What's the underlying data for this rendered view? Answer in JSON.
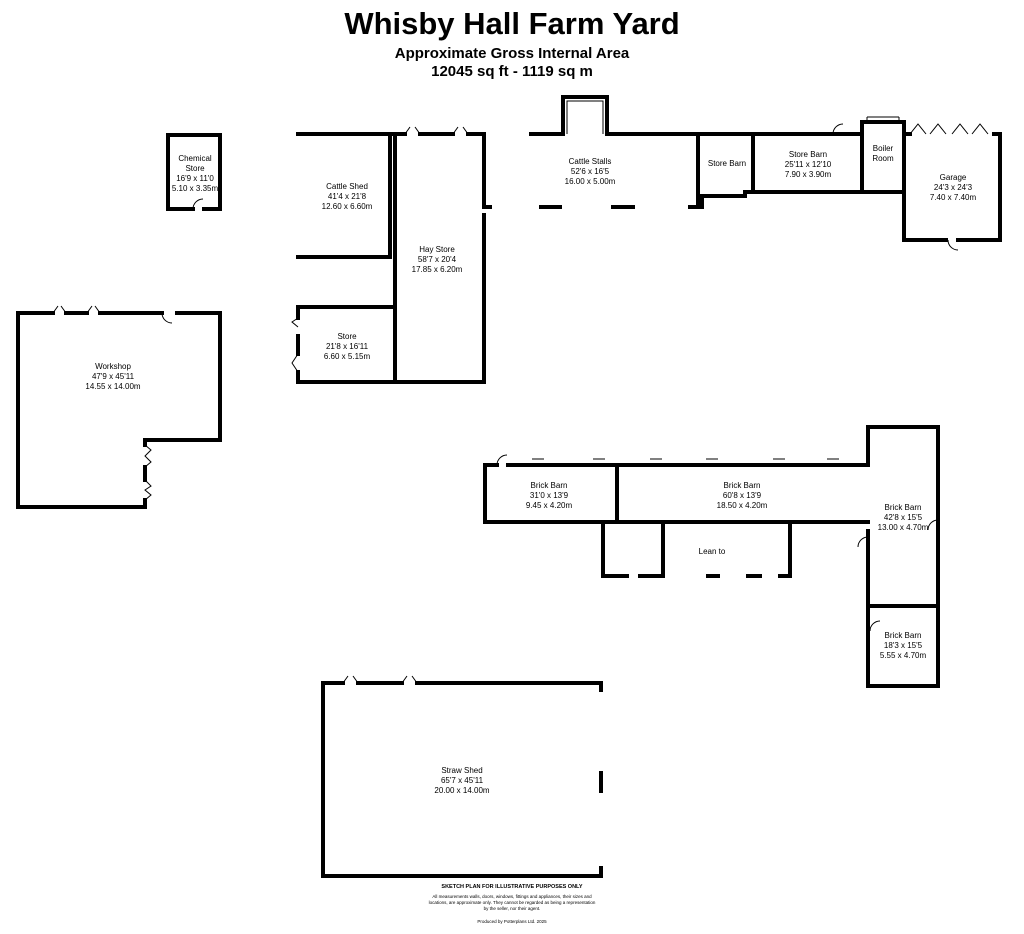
{
  "header": {
    "title": "Whisby Hall Farm Yard",
    "subtitle": "Approximate Gross Internal Area",
    "area": "12045 sq ft - 1119 sq m"
  },
  "rooms": {
    "chemical_store": {
      "name": "Chemical\nStore",
      "imperial": "16'9 x 11'0",
      "metric": "5.10 x 3.35m"
    },
    "cattle_shed": {
      "name": "Cattle Shed",
      "imperial": "41'4 x 21'8",
      "metric": "12.60 x 6.60m"
    },
    "hay_store": {
      "name": "Hay Store",
      "imperial": "58'7 x 20'4",
      "metric": "17.85 x 6.20m"
    },
    "store": {
      "name": "Store",
      "imperial": "21'8 x 16'11",
      "metric": "6.60 x 5.15m"
    },
    "cattle_stalls": {
      "name": "Cattle Stalls",
      "imperial": "52'6 x 16'5",
      "metric": "16.00 x 5.00m"
    },
    "store_barn_small": {
      "name": "Store Barn"
    },
    "store_barn": {
      "name": "Store Barn",
      "imperial": "25'11 x 12'10",
      "metric": "7.90 x 3.90m"
    },
    "boiler_room": {
      "name": "Boiler\nRoom"
    },
    "garage": {
      "name": "Garage",
      "imperial": "24'3 x 24'3",
      "metric": "7.40 x 7.40m"
    },
    "workshop": {
      "name": "Workshop",
      "imperial": "47'9 x 45'11",
      "metric": "14.55 x 14.00m"
    },
    "brick_barn_1": {
      "name": "Brick Barn",
      "imperial": "31'0 x 13'9",
      "metric": "9.45 x 4.20m"
    },
    "brick_barn_2": {
      "name": "Brick Barn",
      "imperial": "60'8 x 13'9",
      "metric": "18.50 x 4.20m"
    },
    "brick_barn_3": {
      "name": "Brick Barn",
      "imperial": "42'8 x 15'5",
      "metric": "13.00 x 4.70m"
    },
    "lean_to": {
      "name": "Lean to"
    },
    "brick_barn_4": {
      "name": "Brick Barn",
      "imperial": "18'3 x 15'5",
      "metric": "5.55 x 4.70m"
    },
    "straw_shed": {
      "name": "Straw Shed",
      "imperial": "65'7 x 45'11",
      "metric": "20.00 x 14.00m"
    }
  },
  "footer": {
    "sketch_note": "SKETCH PLAN FOR ILLUSTRATIVE PURPOSES ONLY",
    "disclaimer": "All measurements walls, doors, windows, fittings and appliances, their sizes and locations, are approximate only. They cannot be regarded as being a representation by the seller, nor their agent.",
    "produced_by": "Produced by Potterplans Ltd. 2025"
  }
}
